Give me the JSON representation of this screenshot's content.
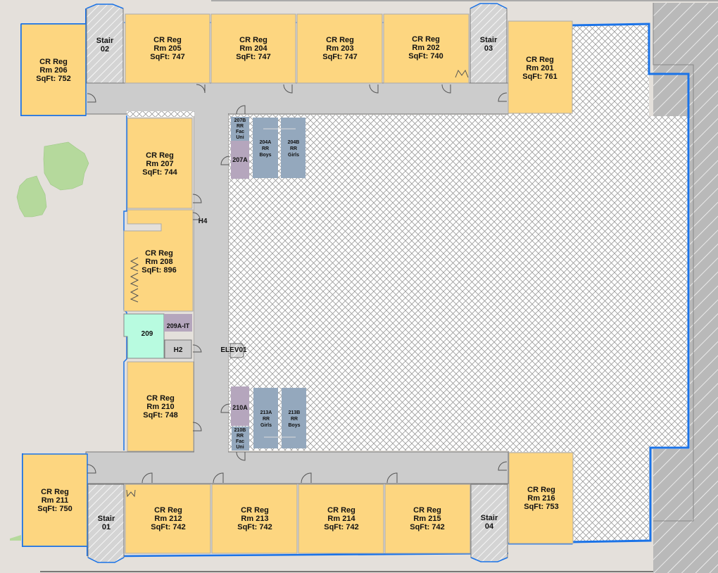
{
  "map": {
    "colors": {
      "background": "#e4e0db",
      "classroom": "#fdd680",
      "corridor": "#cccccc",
      "stair": "#d2d2d2",
      "restroom": "#94a8bd",
      "support": "#b5a6bd",
      "it_room": "#b8fbe0",
      "outline_blue": "#1a73e8",
      "green_area": "#b5d99c",
      "exterior_hatch": "#b9b9b9"
    },
    "classrooms": [
      {
        "id": "rm-206",
        "type": "CR Reg",
        "room": "Rm 206",
        "sqft": "SqFt: 752"
      },
      {
        "id": "rm-205",
        "type": "CR Reg",
        "room": "Rm 205",
        "sqft": "SqFt: 747"
      },
      {
        "id": "rm-204",
        "type": "CR Reg",
        "room": "Rm 204",
        "sqft": "SqFt: 747"
      },
      {
        "id": "rm-203",
        "type": "CR Reg",
        "room": "Rm 203",
        "sqft": "SqFt: 747"
      },
      {
        "id": "rm-202",
        "type": "CR Reg",
        "room": "Rm 202",
        "sqft": "SqFt: 740"
      },
      {
        "id": "rm-201",
        "type": "CR Reg",
        "room": "Rm 201",
        "sqft": "SqFt: 761"
      },
      {
        "id": "rm-207",
        "type": "CR Reg",
        "room": "Rm 207",
        "sqft": "SqFt: 744"
      },
      {
        "id": "rm-208",
        "type": "CR Reg",
        "room": "Rm 208",
        "sqft": "SqFt: 896"
      },
      {
        "id": "rm-210",
        "type": "CR Reg",
        "room": "Rm 210",
        "sqft": "SqFt: 748"
      },
      {
        "id": "rm-211",
        "type": "CR Reg",
        "room": "Rm 211",
        "sqft": "SqFt: 750"
      },
      {
        "id": "rm-212",
        "type": "CR Reg",
        "room": "Rm 212",
        "sqft": "SqFt: 742"
      },
      {
        "id": "rm-213",
        "type": "CR Reg",
        "room": "Rm 213",
        "sqft": "SqFt: 742"
      },
      {
        "id": "rm-214",
        "type": "CR Reg",
        "room": "Rm 214",
        "sqft": "SqFt: 742"
      },
      {
        "id": "rm-215",
        "type": "CR Reg",
        "room": "Rm 215",
        "sqft": "SqFt: 742"
      },
      {
        "id": "rm-216",
        "type": "CR Reg",
        "room": "Rm 216",
        "sqft": "SqFt: 753"
      }
    ],
    "stairs": [
      {
        "id": "stair-02",
        "line1": "Stair",
        "line2": "02"
      },
      {
        "id": "stair-03",
        "line1": "Stair",
        "line2": "03"
      },
      {
        "id": "stair-01",
        "line1": "Stair",
        "line2": "01"
      },
      {
        "id": "stair-04",
        "line1": "Stair",
        "line2": "04"
      }
    ],
    "restrooms": [
      {
        "id": "rr-207b",
        "lines": [
          "207B",
          "RR",
          "Fac",
          "Uni"
        ]
      },
      {
        "id": "rr-204a",
        "lines": [
          "204A",
          "RR",
          "Boys"
        ]
      },
      {
        "id": "rr-204b",
        "lines": [
          "204B",
          "RR",
          "Girls"
        ]
      },
      {
        "id": "rr-213a",
        "lines": [
          "213A",
          "RR",
          "Girls"
        ]
      },
      {
        "id": "rr-213b",
        "lines": [
          "213B",
          "RR",
          "Boys"
        ]
      },
      {
        "id": "rr-210b",
        "lines": [
          "210B",
          "RR",
          "Fac",
          "Uni"
        ]
      }
    ],
    "support_rooms": [
      {
        "id": "rm-207a",
        "label": "207A"
      },
      {
        "id": "rm-210a",
        "label": "210A"
      },
      {
        "id": "rm-209a-it",
        "label": "209A-IT"
      },
      {
        "id": "rm-209",
        "label": "209"
      },
      {
        "id": "rm-h2",
        "label": "H2"
      }
    ],
    "markers": {
      "h4": "H4",
      "elevator": "ELEV01"
    }
  }
}
